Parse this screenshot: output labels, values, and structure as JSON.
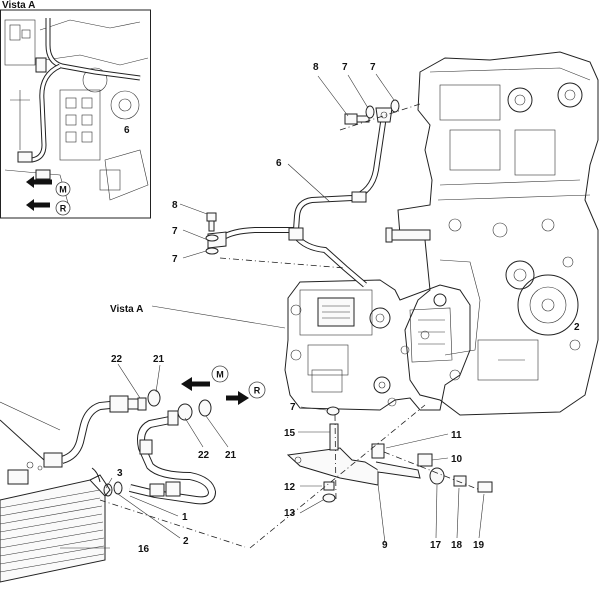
{
  "inset": {
    "title": "Vista A"
  },
  "view_label": "Vista A",
  "callouts": {
    "c1": "1",
    "c2": "2",
    "c3": "3",
    "c6": "6",
    "c7a": "7",
    "c7b": "7",
    "c7c": "7",
    "c7d": "7",
    "c7e": "7",
    "c8a": "8",
    "c8b": "8",
    "c9": "9",
    "c10": "10",
    "c11": "11",
    "c12": "12",
    "c13": "13",
    "c15": "15",
    "c16": "16",
    "c17": "17",
    "c18": "18",
    "c19": "19",
    "c21a": "21",
    "c21b": "21",
    "c22a": "22",
    "c22b": "22",
    "inset6": "6"
  },
  "flow_markers": {
    "m": "M",
    "r": "R",
    "inset_m": "M",
    "inset_r": "R"
  }
}
